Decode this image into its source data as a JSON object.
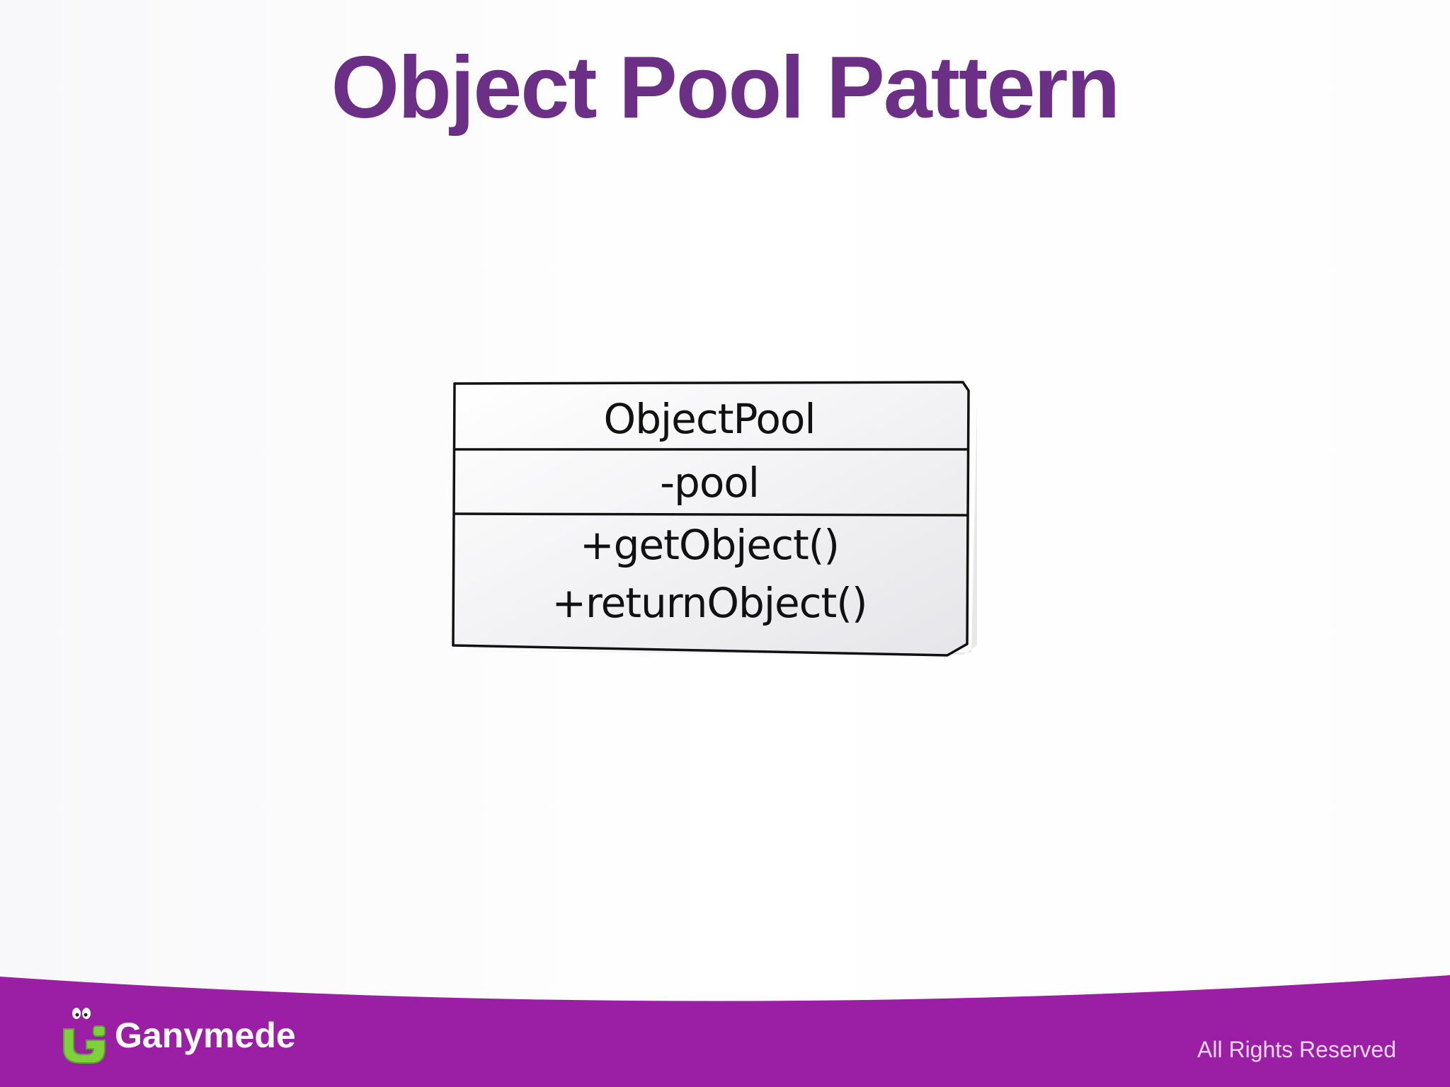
{
  "slide": {
    "title": "Object Pool Pattern",
    "title_color": "#6b2f86",
    "footer_color": "#9b1fa4"
  },
  "diagram": {
    "class_name": "ObjectPool",
    "attributes": [
      "-pool"
    ],
    "methods": [
      "+getObject()",
      "+returnObject()"
    ]
  },
  "footer": {
    "logo_icon": "ganymede-logo-icon",
    "brand": "Ganymede",
    "rights": "All Rights Reserved"
  }
}
